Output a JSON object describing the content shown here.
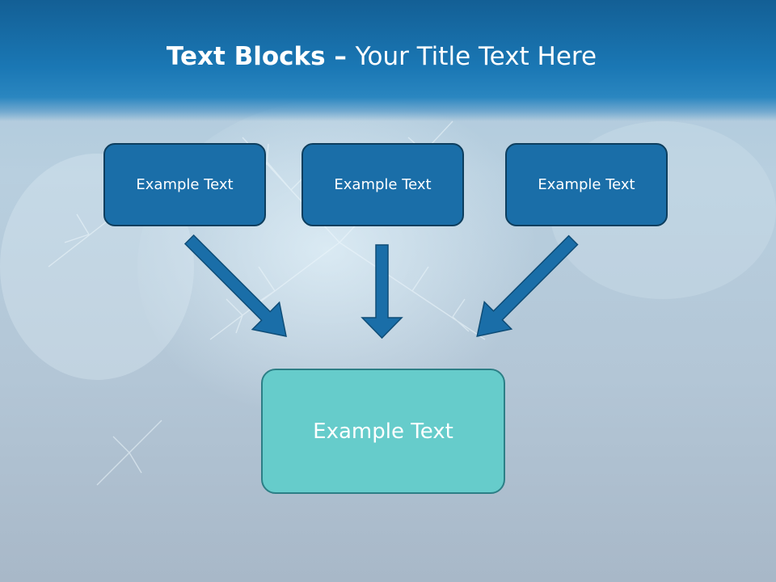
{
  "slide": {
    "title_bold": "Text Blocks",
    "title_dash": " – ",
    "title_rest": "Your Title Text Here"
  },
  "diagram": {
    "top_blocks": [
      {
        "label": "Example Text"
      },
      {
        "label": "Example Text"
      },
      {
        "label": "Example Text"
      }
    ],
    "center_block": {
      "label": "Example Text"
    }
  },
  "colors": {
    "header": "#1a77b4",
    "block_fill": "#1a6ea8",
    "block_border": "#0d3e5e",
    "center_fill": "#66cccb",
    "center_border": "#2c7f86",
    "arrow_fill": "#1a6ea8"
  },
  "icons": {
    "arrow": "down-arrow-icon"
  }
}
